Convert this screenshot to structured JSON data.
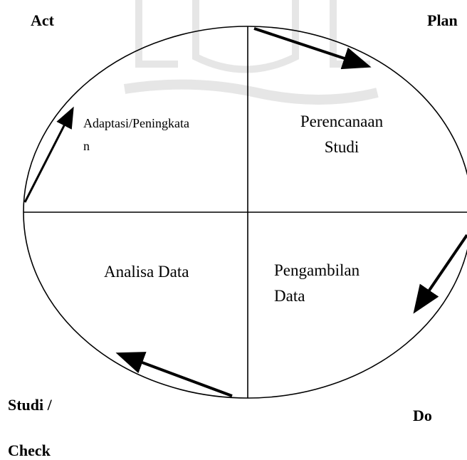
{
  "diagram": {
    "corners": {
      "act": "Act",
      "plan": "Plan",
      "check_line1": "Studi /",
      "check_line2": "Check",
      "do": "Do"
    },
    "quadrants": {
      "act": [
        "Adaptasi/Peningkata",
        "n"
      ],
      "plan": [
        "Perencanaan",
        "Studi"
      ],
      "check": [
        "Analisa Data"
      ],
      "do": [
        "Pengambilan",
        "Data"
      ]
    },
    "colors": {
      "stroke": "#000000",
      "background": "#ffffff",
      "watermark": "#d9d9d9"
    }
  }
}
